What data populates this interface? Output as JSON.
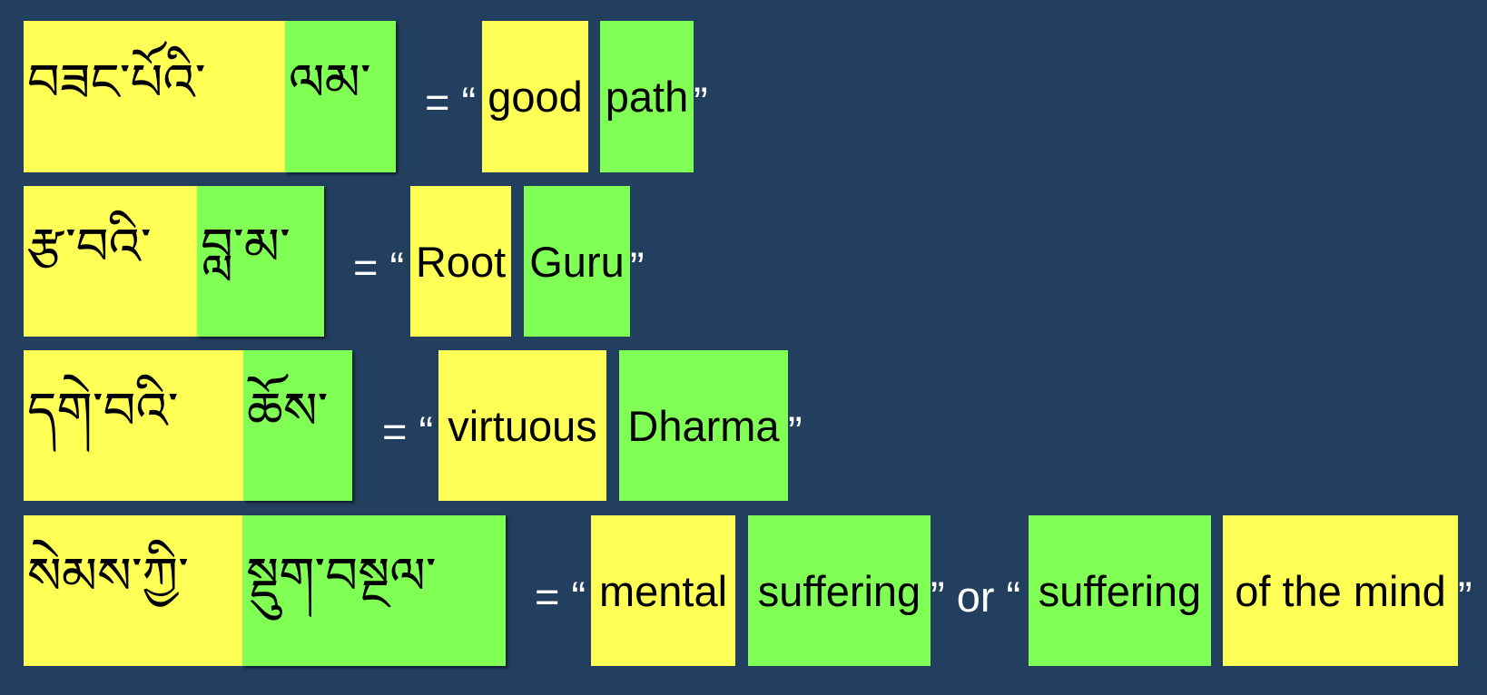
{
  "rows": [
    {
      "tibetan_a": "བཟང་པོའི་",
      "tibetan_b": "ལམ་",
      "equals": "= “",
      "english_a": "good",
      "english_b": "path",
      "close": "”"
    },
    {
      "tibetan_a": "རྩ་བའི་",
      "tibetan_b": "བླ་མ་",
      "equals": "= “",
      "english_a": "Root",
      "english_b": "Guru",
      "close": "”"
    },
    {
      "tibetan_a": "དགེ་བའི་",
      "tibetan_b": "ཆོས་",
      "equals": "= “",
      "english_a": "virtuous",
      "english_b": "Dharma",
      "close": "”"
    },
    {
      "tibetan_a": "སེམས་ཀྱི་",
      "tibetan_b": "སྡུག་བསྔལ་",
      "equals": "= “",
      "english_a": "mental",
      "english_b": "suffering",
      "or_text": "” or “",
      "english_c": "suffering",
      "english_d": "of the mind",
      "close": "”"
    }
  ],
  "colors": {
    "background": "#223f5f",
    "highlight_yellow": "#ffff55",
    "highlight_green": "#80ff55",
    "text_light": "#ffffff"
  }
}
